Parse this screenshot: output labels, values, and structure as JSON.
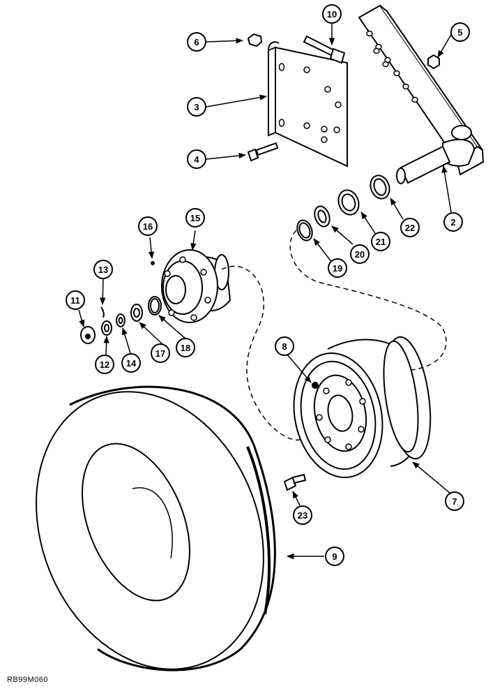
{
  "figure": {
    "reference_code": "RB99M060"
  },
  "callouts": [
    {
      "id": "c2",
      "number": "2"
    },
    {
      "id": "c3",
      "number": "3"
    },
    {
      "id": "c4",
      "number": "4"
    },
    {
      "id": "c5",
      "number": "5"
    },
    {
      "id": "c6",
      "number": "6"
    },
    {
      "id": "c7",
      "number": "7"
    },
    {
      "id": "c8",
      "number": "8"
    },
    {
      "id": "c9",
      "number": "9"
    },
    {
      "id": "c10",
      "number": "10"
    },
    {
      "id": "c11",
      "number": "11"
    },
    {
      "id": "c12",
      "number": "12"
    },
    {
      "id": "c13",
      "number": "13"
    },
    {
      "id": "c14",
      "number": "14"
    },
    {
      "id": "c15",
      "number": "15"
    },
    {
      "id": "c16",
      "number": "16"
    },
    {
      "id": "c17",
      "number": "17"
    },
    {
      "id": "c18",
      "number": "18"
    },
    {
      "id": "c19",
      "number": "19"
    },
    {
      "id": "c20",
      "number": "20"
    },
    {
      "id": "c21",
      "number": "21"
    },
    {
      "id": "c22",
      "number": "22"
    },
    {
      "id": "c23",
      "number": "23"
    }
  ],
  "colors": {
    "line": "#000000",
    "background": "#ffffff"
  }
}
